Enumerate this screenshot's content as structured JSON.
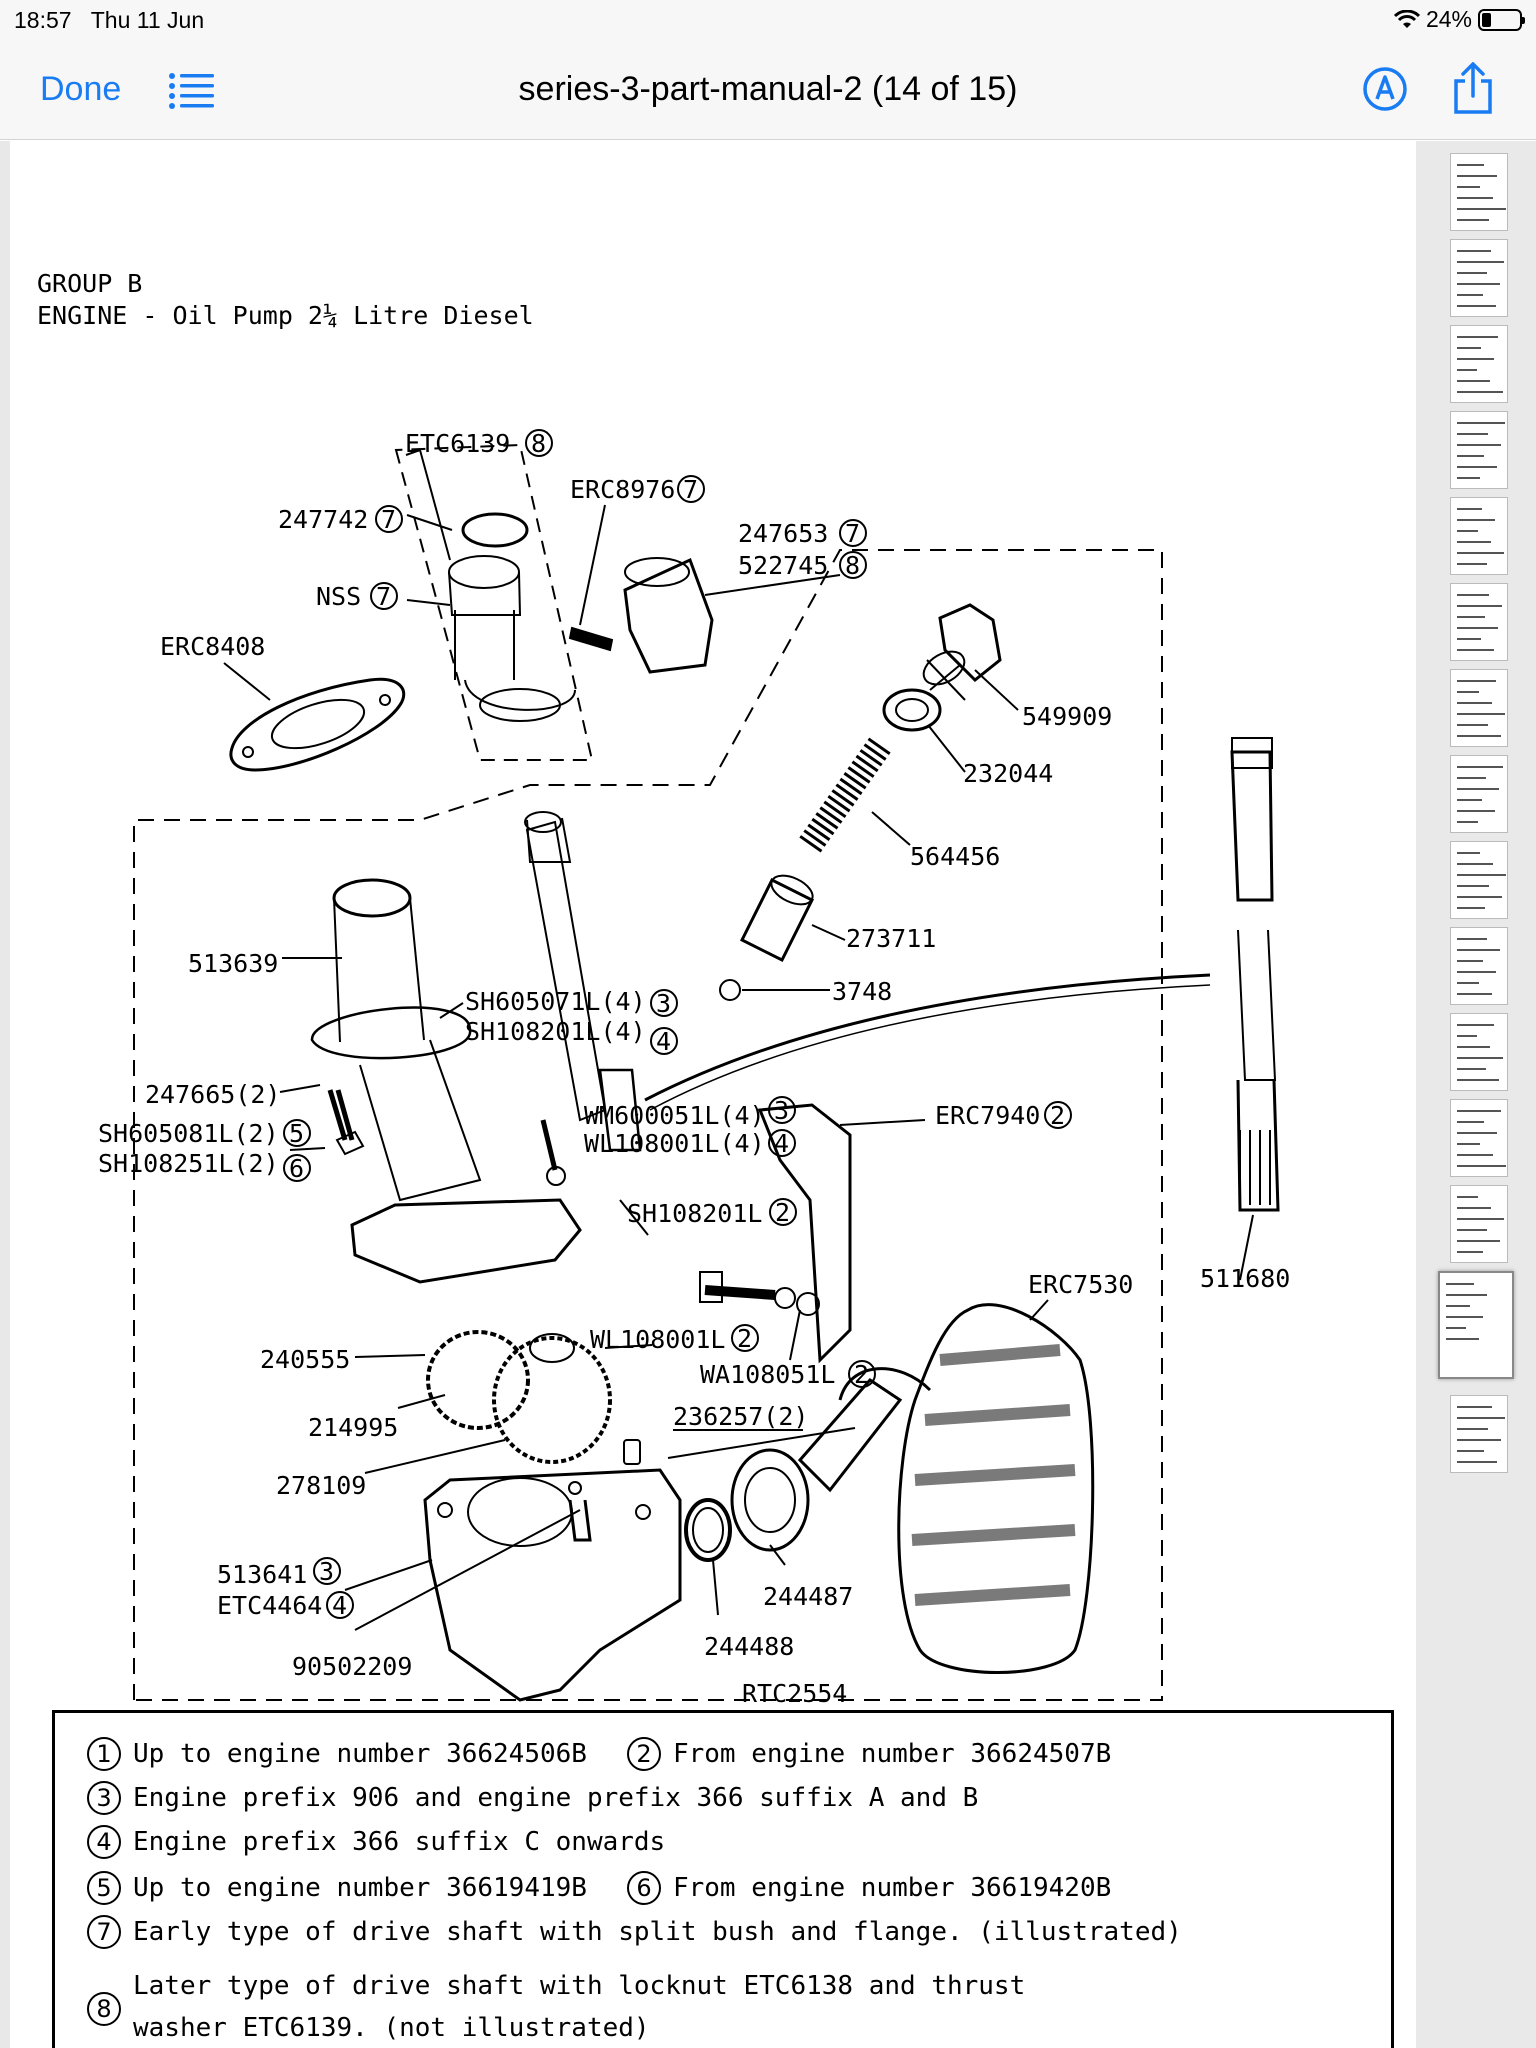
{
  "status_bar": {
    "time": "18:57",
    "date": "Thu 11 Jun",
    "battery": "24%"
  },
  "nav": {
    "done_label": "Done",
    "title": "series-3-part-manual-2 (14 of 15)"
  },
  "icons": {
    "list": "list-icon",
    "markup": "markup-icon",
    "share": "share-icon",
    "wifi": "wifi-icon",
    "battery": "battery-icon"
  },
  "document": {
    "group": "GROUP B",
    "subtitle": "ENGINE - Oil Pump 2¼ Litre Diesel",
    "part_labels": {
      "etc6139": "ETC6139",
      "n8a": "8",
      "erc8976": "ERC8976",
      "n7a": "7",
      "p247742": "247742",
      "n7b": "7",
      "p247653": "247653",
      "n7c": "7",
      "p522745": "522745",
      "n8b": "8",
      "nss": "NSS",
      "n7d": "7",
      "erc8408": "ERC8408",
      "p549909": "549909",
      "p232044": "232044",
      "p564456": "564456",
      "p273711": "273711",
      "p3748": "3748",
      "p513639": "513639",
      "sh605071l": "SH605071L(4)",
      "n3a": "3",
      "sh108201l4": "SH108201L(4)",
      "n4a": "4",
      "p247665": "247665(2)",
      "sh605081l": "SH605081L(2)",
      "n5": "5",
      "sh108251l": "SH108251L(2)",
      "n6": "6",
      "wm600051l": "WM600051L(4)",
      "n3b": "3",
      "wl108001l4": "WL108001L(4)",
      "n4b": "4",
      "erc7940": "ERC7940",
      "n2a": "2",
      "sh108201l": "SH108201L",
      "n2b": "2",
      "erc7530": "ERC7530",
      "p511680": "511680",
      "wl108001l": "WL108001L",
      "n2c": "2",
      "p240555": "240555",
      "wa108051l": "WA108051L",
      "n2d": "2",
      "p214995": "214995",
      "p236257": "236257(2)",
      "p278109": "278109",
      "p513641": "513641",
      "n3c": "3",
      "etc4464": "ETC4464",
      "n4c": "4",
      "p244487": "244487",
      "p244488": "244488",
      "p90502209": "90502209",
      "rtc2554": "RTC2554"
    },
    "legend": [
      {
        "n1": "1",
        "t1": "Up to engine number 36624506B",
        "n2": "2",
        "t2": "From engine number 36624507B"
      },
      {
        "n1": "3",
        "t1": "Engine prefix 906 and engine prefix 366 suffix A and B"
      },
      {
        "n1": "4",
        "t1": "Engine prefix 366 suffix C onwards"
      },
      {
        "n1": "5",
        "t1": "Up to engine number 36619419B",
        "n2": "6",
        "t2": "From engine number 36619420B"
      },
      {
        "n1": "7",
        "t1": "Early type of drive shaft with split bush and flange. (illustrated)"
      },
      {
        "n1": "8",
        "t1": "Later type of drive shaft with locknut ETC6138 and thrust",
        "t1b": "washer ETC6139. (not illustrated)"
      }
    ]
  },
  "thumbnails": {
    "count": 15,
    "selected_index": 14
  }
}
